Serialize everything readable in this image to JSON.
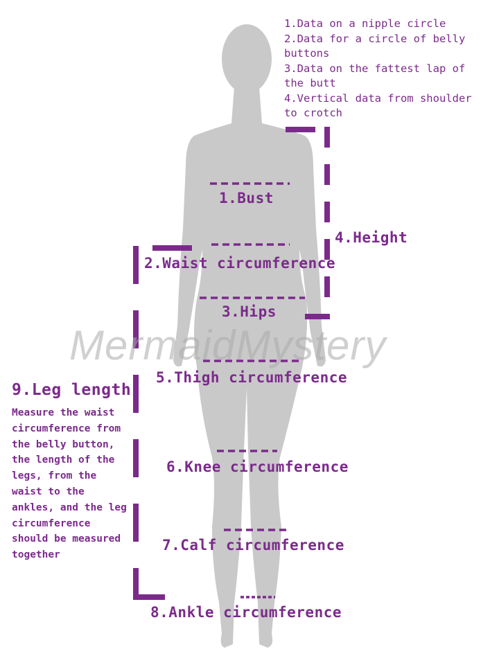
{
  "notes": [
    "1.Data on a nipple circle",
    "2.Data for a circle of belly buttons",
    "3.Data on the fattest lap of the butt",
    "4.Vertical data from shoulder to crotch"
  ],
  "labels": {
    "bust": "1.Bust",
    "waist": "2.Waist circumference",
    "hips": "3.Hips",
    "height": "4.Height",
    "thigh": "5.Thigh circumference",
    "knee": "6.Knee circumference",
    "calf": "7.Calf circumference",
    "ankle": "8.Ankle circumference",
    "leg_length": "9.Leg length"
  },
  "leg_description": "Measure the waist circumference from the belly button, the length of the legs, from the waist to the ankles, and the leg circumference should be measured together",
  "watermark": "MermaidMystery",
  "colors": {
    "accent": "#7b2a8b",
    "silhouette": "#c9c9c9"
  }
}
